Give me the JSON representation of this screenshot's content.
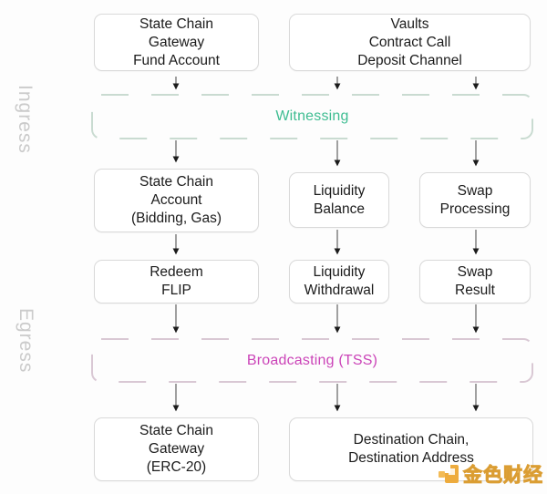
{
  "side_labels": {
    "ingress": "Ingress",
    "egress": "Egress"
  },
  "nodes": {
    "state_chain_gateway_fund": "State Chain\nGateway\nFund Account",
    "vaults": "Vaults\nContract Call\nDeposit Channel",
    "state_chain_account": "State Chain\nAccount\n(Bidding, Gas)",
    "liquidity_balance": "Liquidity\nBalance",
    "swap_processing": "Swap\nProcessing",
    "redeem_flip": "Redeem\nFLIP",
    "liquidity_withdrawal": "Liquidity\nWithdrawal",
    "swap_result": "Swap\nResult",
    "state_chain_gateway_erc20": "State Chain\nGateway\n(ERC-20)",
    "destination_chain": "Destination Chain,\nDestination Address"
  },
  "bands": {
    "witnessing": {
      "label": "Witnessing",
      "text_color": "#3fbd92",
      "border_color": "#c9dbd1"
    },
    "broadcasting": {
      "label": "Broadcasting (TSS)",
      "text_color": "#cb44b8",
      "border_color": "#d9c8d4"
    }
  },
  "watermark": {
    "text": "金色财经",
    "color": "#e8a33d",
    "icon": "jinse-logo-icon"
  }
}
